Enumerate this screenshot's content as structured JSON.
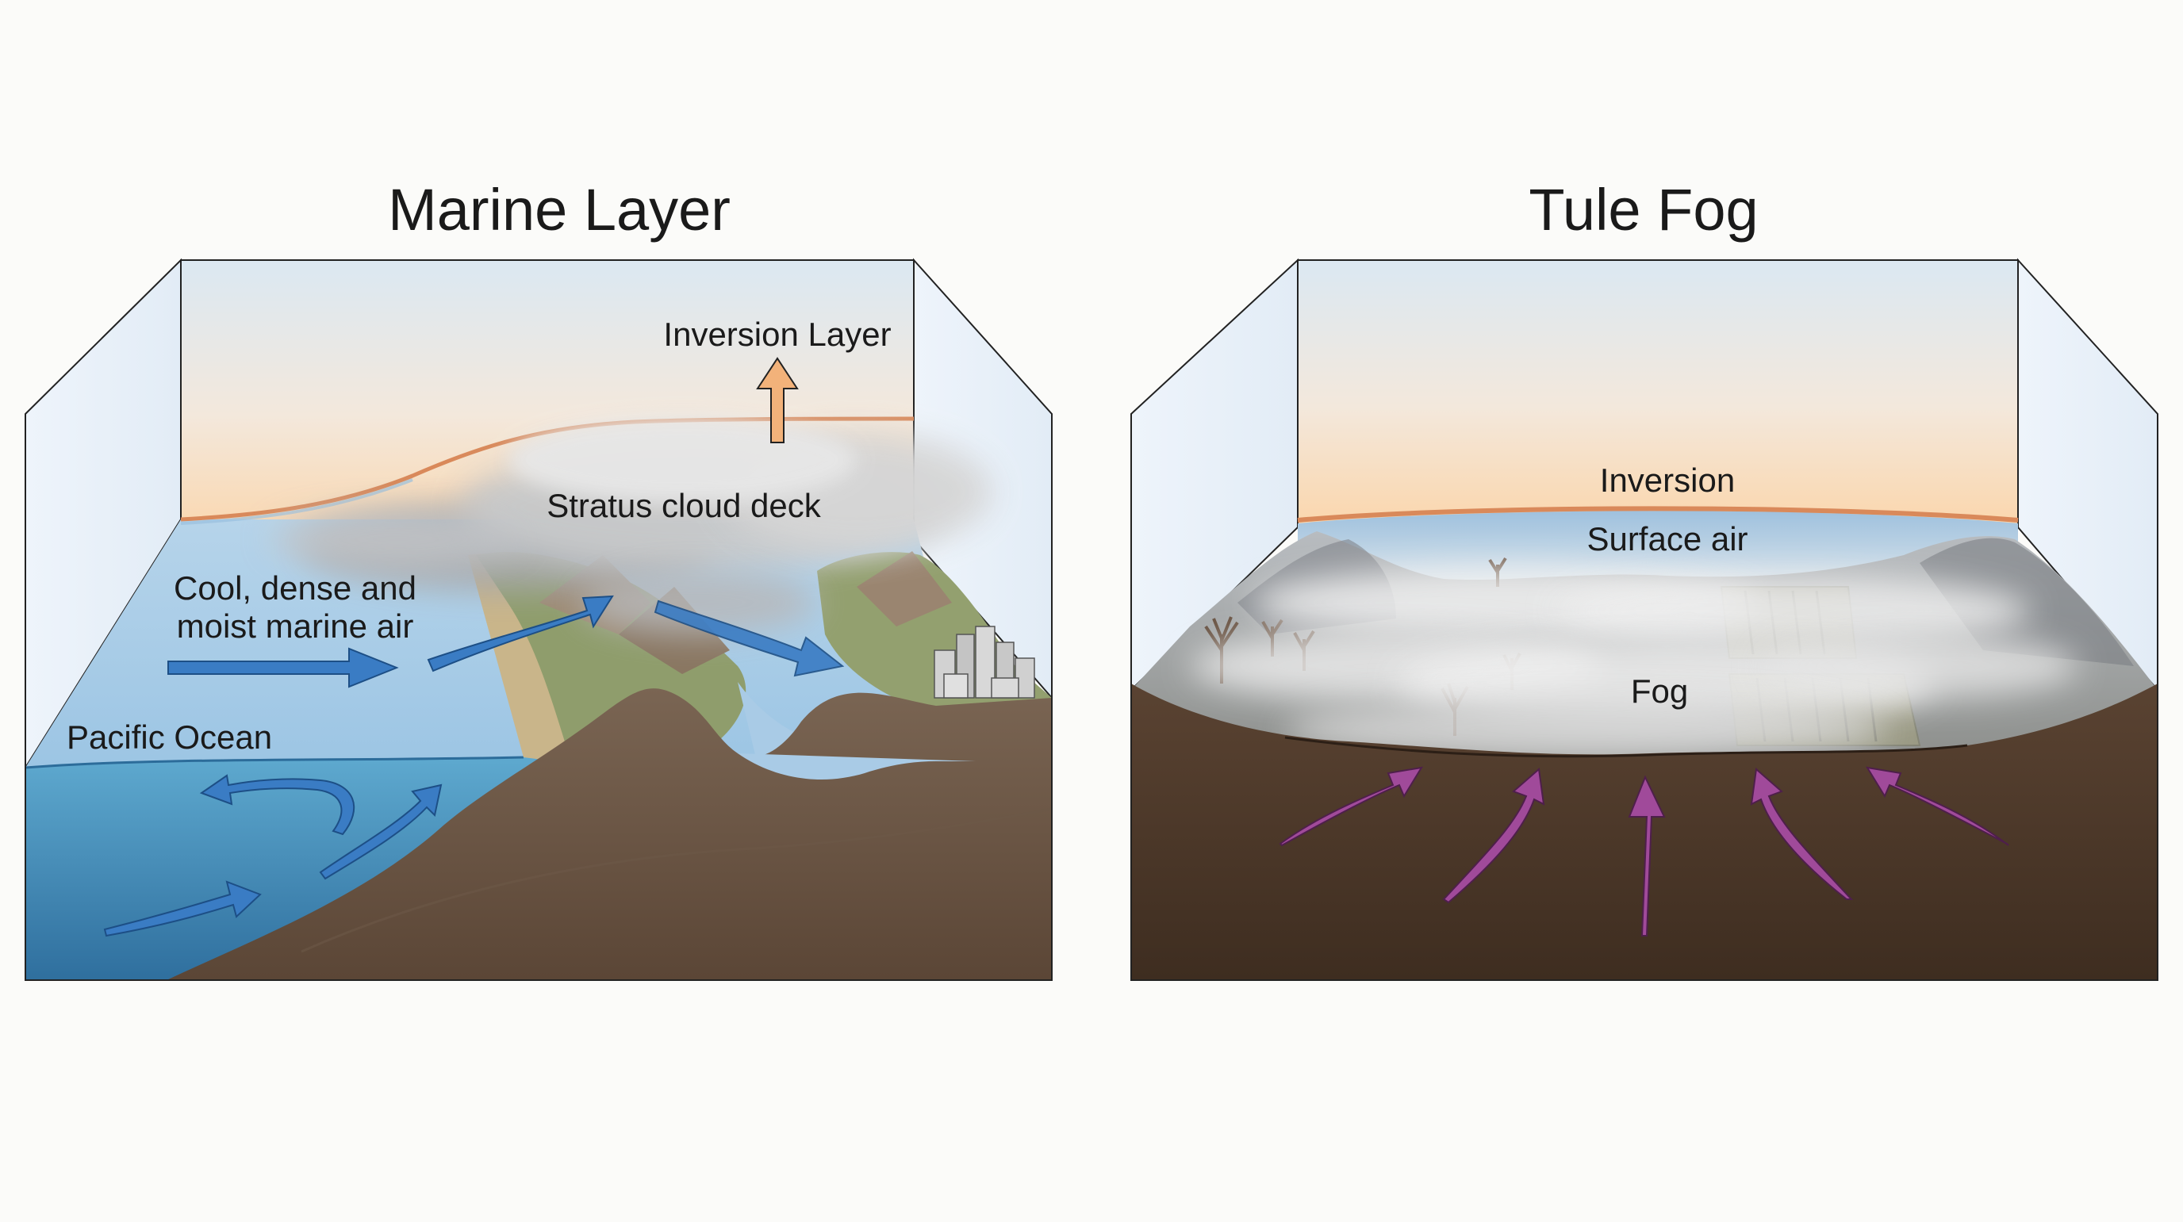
{
  "marine": {
    "title": "Marine Layer",
    "inversion_label": "Inversion Layer",
    "stratus_label": "Stratus cloud deck",
    "air_label_line1": "Cool, dense and",
    "air_label_line2": "moist marine air",
    "ocean_label": "Pacific Ocean"
  },
  "tule": {
    "title": "Tule Fog",
    "inversion_label": "Inversion",
    "surface_air_label": "Surface air",
    "fog_label": "Fog"
  },
  "colors": {
    "ocean_arrow": "#3a7cc4",
    "updraft_arrow": "#f2b27a",
    "ground_heat_arrow": "#a04a9a",
    "inversion_line": "#d9895a",
    "earth": "#6a5443"
  },
  "icons": {
    "city": "city-buildings-icon",
    "tree": "bare-tree-icon"
  }
}
